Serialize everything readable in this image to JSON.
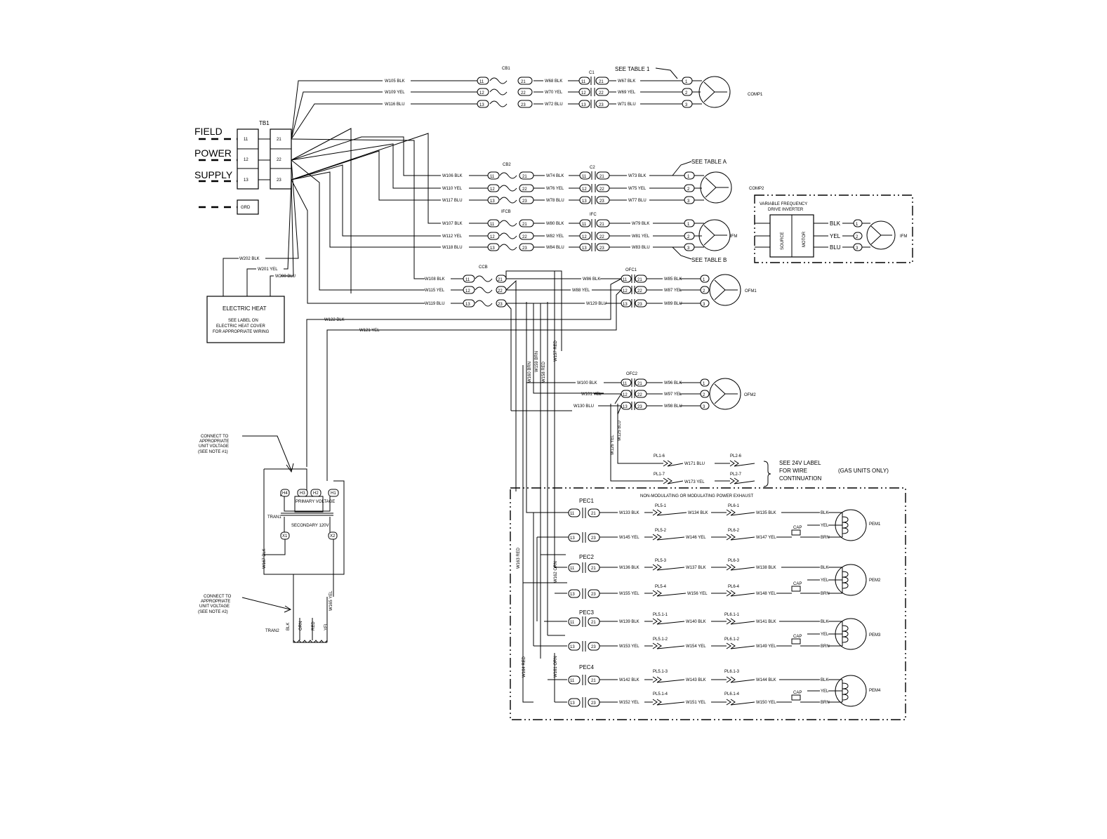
{
  "field_power": {
    "line1": "FIELD",
    "line2": "POWER",
    "line3": "SUPPLY"
  },
  "tb1": {
    "label": "TB1",
    "left": [
      "11",
      "12",
      "13"
    ],
    "right": [
      "21",
      "22",
      "23"
    ],
    "grd": "GRD"
  },
  "see_table": {
    "one": "SEE TABLE 1",
    "a": "SEE TABLE A",
    "b": "SEE TABLE B"
  },
  "comp1": {
    "breaker": "CB1",
    "contactor": "C1",
    "motor": "COMP1",
    "wires_in": [
      "W105 BLK",
      "W109 YEL",
      "W116 BLU"
    ],
    "wires_mid": [
      "W68 BLK",
      "W70 YEL",
      "W72 BLU"
    ],
    "wires_out": [
      "W67 BLK",
      "W69 YEL",
      "W71 BLU"
    ]
  },
  "comp2": {
    "breaker": "CB2",
    "contactor": "C2",
    "motor": "COMP2",
    "wires_in": [
      "W106 BLK",
      "W110 YEL",
      "W117 BLU"
    ],
    "wires_mid": [
      "W74 BLK",
      "W76 YEL",
      "W78 BLU"
    ],
    "wires_out": [
      "W73 BLK",
      "W75 YEL",
      "W77 BLU"
    ]
  },
  "ifm": {
    "breaker": "IFCB",
    "contactor": "IFC",
    "motor": "IFM",
    "wires_in": [
      "W107 BLK",
      "W112 YEL",
      "W118 BLU"
    ],
    "wires_mid": [
      "W80 BLK",
      "W82 YEL",
      "W84 BLU"
    ],
    "wires_out": [
      "W79 BLK",
      "W81 YEL",
      "W83 BLU"
    ]
  },
  "ofm1": {
    "breaker": "CCB",
    "contactor": "OFC1",
    "motor": "OFM1",
    "wires_in": [
      "W108 BLK",
      "W115 YEL",
      "W119 BLU"
    ],
    "wires_mid": [
      "W86 BLK",
      "W88 YEL",
      "W129 BLU"
    ],
    "wires_out": [
      "W85 BLK",
      "W87 YEL",
      "W89 BLU"
    ]
  },
  "ofm2": {
    "contactor": "OFC2",
    "motor": "OFM2",
    "wires_in": [
      "W100 BLK",
      "W101 YEL",
      "W130 BLU"
    ],
    "wires_out": [
      "W96 BLK",
      "W97 YEL",
      "W98 BLU"
    ]
  },
  "vfd": {
    "title1": "VARIABLE FREQUENCY",
    "title2": "DRIVE INVERTER",
    "source": "SOURCE",
    "motor": "MOTOR",
    "out": [
      "BLK",
      "YEL",
      "BLU"
    ],
    "fan": "IFM"
  },
  "electric_heat": {
    "title": "ELECTRIC HEAT",
    "note1": "SEE LABEL ON",
    "note2": "ELECTRIC HEAT COVER",
    "note3": "FOR APPROPRIATE WIRING",
    "wires": [
      "W202 BLK",
      "W201 YEL",
      "W200 BLU"
    ]
  },
  "transformer_feed": [
    "W122 BLK",
    "W121 YEL"
  ],
  "vertical_wires": [
    "W160 BRN",
    "W159 BRN",
    "W158 RED",
    "W157 RED",
    "W126 YEL",
    "W125 BLU"
  ],
  "tran1": {
    "label": "TRAN1",
    "primary": "PRIMARY VOLTAGE",
    "secondary": "SECONDARY 120V",
    "terminals": [
      "H4",
      "H3",
      "H2",
      "H1",
      "X1",
      "X2"
    ],
    "wires": [
      "W167 BLK",
      "W165 YEL"
    ],
    "connect_note": [
      "CONNECT TO",
      "APPROPRIATE",
      "UNIT VOLTAGE",
      "(SEE NOTE #1)"
    ]
  },
  "tran2": {
    "label": "TRAN2",
    "leads": [
      "BLK",
      "ORN",
      "RED",
      "YEL"
    ],
    "connect_note": [
      "CONNECT TO",
      "APPROPRIATE",
      "UNIT VOLTAGE",
      "(SEE NOTE #2)"
    ]
  },
  "plugs_24v": {
    "row1": {
      "a": "PL1-6",
      "b": "PL2-6",
      "wire": "W171 BLU"
    },
    "row2": {
      "a": "PL1-7",
      "b": "PL2-7",
      "wire": "W173 YEL"
    },
    "note": [
      "SEE 24V LABEL",
      "FOR WIRE",
      "CONTINUATION"
    ],
    "gas": "(GAS UNITS ONLY)"
  },
  "power_exhaust": {
    "title": "NON-MODULATING OR MODULATING POWER EXHAUST",
    "side_wires": [
      "W163 RED",
      "W162 ORN",
      "W164 RED",
      "W161 ORN"
    ],
    "units": [
      {
        "pec": "PEC1",
        "motor": "PEM1",
        "top": {
          "w1": "W133 BLK",
          "pl5": "PL5-1",
          "w2": "W134 BLK",
          "pl6": "PL6-1",
          "w3": "W135 BLK",
          "lead": "BLK"
        },
        "bot": {
          "w1": "W145 YEL",
          "pl5": "PL5-2",
          "w2": "W146 YEL",
          "pl6": "PL6-2",
          "w3": "W147 YEL",
          "lead": "BRN",
          "cap": "CAP",
          "yel": "YEL"
        }
      },
      {
        "pec": "PEC2",
        "motor": "PEM2",
        "top": {
          "w1": "W136 BLK",
          "pl5": "PL5-3",
          "w2": "W137 BLK",
          "pl6": "PL6-3",
          "w3": "W138 BLK",
          "lead": "BLK"
        },
        "bot": {
          "w1": "W155 YEL",
          "pl5": "PL5-4",
          "w2": "W156 YEL",
          "pl6": "PL6-4",
          "w3": "W148 YEL",
          "lead": "BRN",
          "cap": "CAP",
          "yel": "YEL"
        }
      },
      {
        "pec": "PEC3",
        "motor": "PEM3",
        "top": {
          "w1": "W139 BLK",
          "pl5": "PL5.1-1",
          "w2": "W140 BLK",
          "pl6": "PL6.1-1",
          "w3": "W141 BLK",
          "lead": "BLK"
        },
        "bot": {
          "w1": "W153 YEL",
          "pl5": "PL5.1-2",
          "w2": "W154 YEL",
          "pl6": "PL6.1-2",
          "w3": "W149 YEL",
          "lead": "BRN",
          "cap": "CAP",
          "yel": "YEL"
        }
      },
      {
        "pec": "PEC4",
        "motor": "PEM4",
        "top": {
          "w1": "W142 BLK",
          "pl5": "PL5.1-3",
          "w2": "W143 BLK",
          "pl6": "PL6.1-3",
          "w3": "W144 BLK",
          "lead": "BLK"
        },
        "bot": {
          "w1": "W152 YEL",
          "pl5": "PL5.1-4",
          "w2": "W151 YEL",
          "pl6": "PL6.1-4",
          "w3": "W150 YEL",
          "lead": "BRN",
          "cap": "CAP",
          "yel": "YEL"
        }
      }
    ]
  }
}
